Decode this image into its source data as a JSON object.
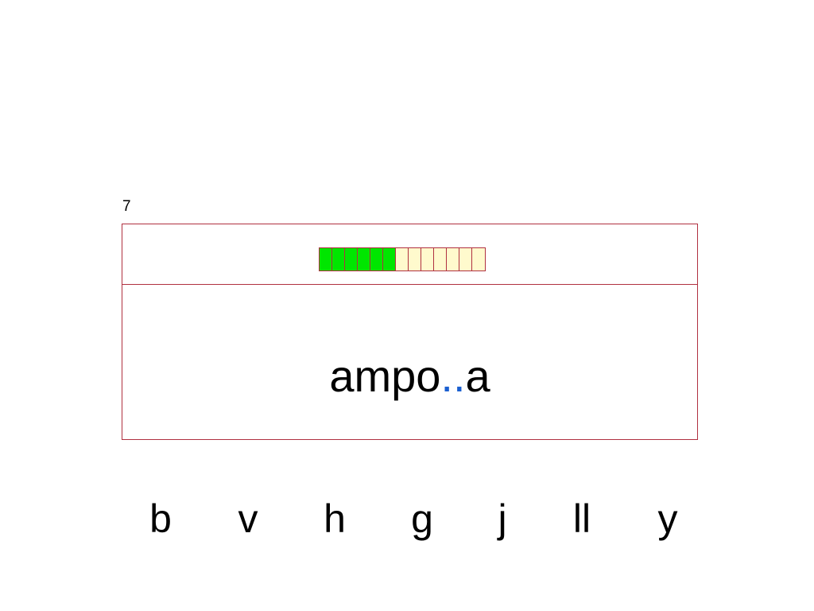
{
  "question": {
    "number": "7"
  },
  "progress": {
    "total_cells": 13,
    "completed_cells": 6,
    "colors": {
      "completed": "#00e600",
      "remaining": "#fffacd",
      "border": "#b03040"
    }
  },
  "word": {
    "prefix": "ampo",
    "gap": "..",
    "suffix": "a",
    "gap_color": "#1a5fd0"
  },
  "options": [
    {
      "label": "b"
    },
    {
      "label": "v"
    },
    {
      "label": "h"
    },
    {
      "label": "g"
    },
    {
      "label": "j"
    },
    {
      "label": "ll"
    },
    {
      "label": "y"
    }
  ]
}
